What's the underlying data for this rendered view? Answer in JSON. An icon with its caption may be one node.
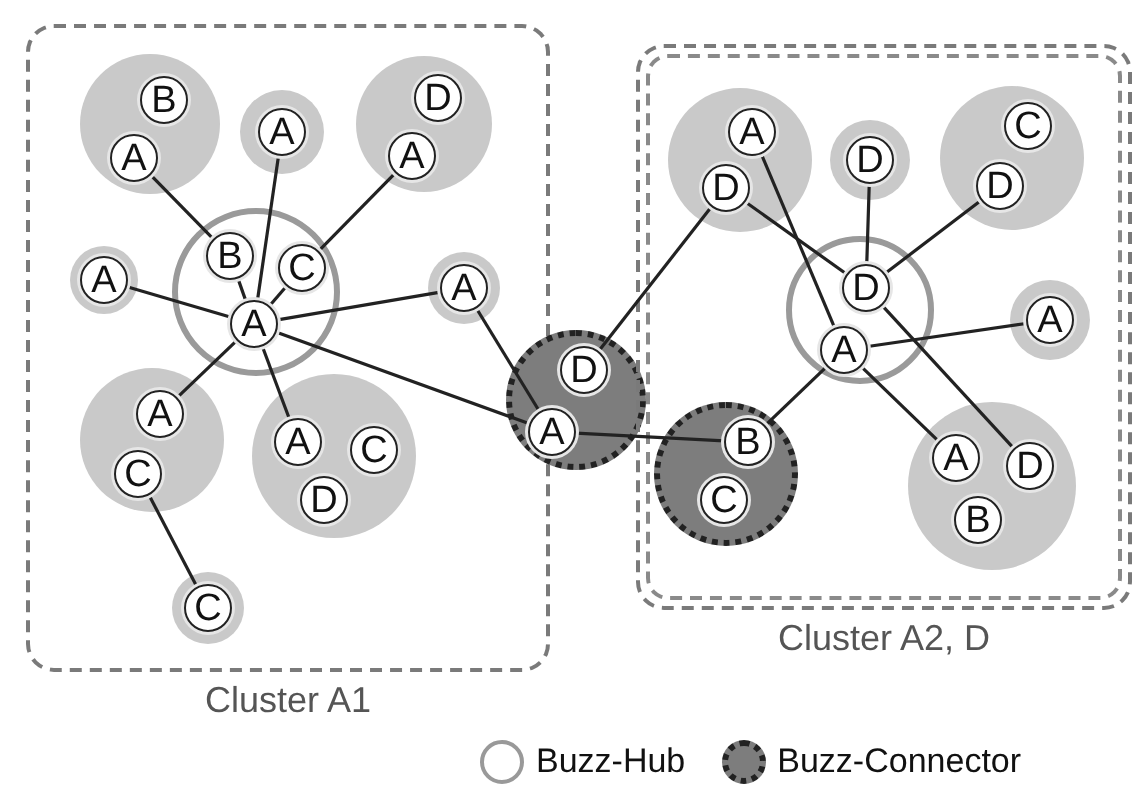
{
  "diagram": {
    "nodes": [
      {
        "text": [
          "Cluster A1"
        ]
      },
      {
        "text": [],
        "shape": "circle",
        "in": 0
      },
      {
        "text": [
          "B"
        ],
        "in": 1
      },
      {
        "text": [
          "A"
        ],
        "in": 1
      },
      {
        "text": [],
        "shape": "circle",
        "in": 0
      },
      {
        "text": [
          "A"
        ],
        "in": 4
      },
      {
        "text": [],
        "shape": "circle",
        "in": 0
      },
      {
        "text": [
          "D"
        ],
        "in": 6
      },
      {
        "text": [
          "A"
        ],
        "in": 6
      },
      {
        "text": [],
        "shape": "circle",
        "in": 0
      },
      {
        "text": [
          "A"
        ],
        "in": 9
      },
      {
        "text": [],
        "shape": "circle",
        "in": 0
      },
      {
        "text": [
          "B"
        ],
        "in": 11
      },
      {
        "text": [
          "C"
        ],
        "in": 11
      },
      {
        "text": [
          "A"
        ],
        "in": 11
      },
      {
        "text": [],
        "shape": "circle",
        "in": 0
      },
      {
        "text": [
          "A"
        ],
        "in": 15
      },
      {
        "text": [],
        "shape": "circle",
        "in": 0
      },
      {
        "text": [
          "A"
        ],
        "in": 17
      },
      {
        "text": [
          "C"
        ],
        "in": 17
      },
      {
        "text": [],
        "shape": "circle",
        "in": 0
      },
      {
        "text": [
          "A"
        ],
        "in": 20
      },
      {
        "text": [
          "C"
        ],
        "in": 20
      },
      {
        "text": [
          "D"
        ],
        "in": 20
      },
      {
        "text": [],
        "shape": "circle",
        "in": 0
      },
      {
        "text": [
          "C"
        ],
        "in": 24
      },
      {
        "text": [],
        "shape": "circle"
      },
      {
        "text": [
          "D"
        ],
        "in": 26
      },
      {
        "text": [
          "A"
        ],
        "in": 26
      },
      {
        "text": [
          "Cluster A2, D"
        ]
      },
      {
        "text": [],
        "shape": "circle",
        "in": 29
      },
      {
        "text": [
          "A"
        ],
        "in": 30
      },
      {
        "text": [
          "D"
        ],
        "in": 30
      },
      {
        "text": [],
        "shape": "circle",
        "in": 29
      },
      {
        "text": [
          "D"
        ],
        "in": 33
      },
      {
        "text": [],
        "shape": "circle",
        "in": 29
      },
      {
        "text": [
          "C"
        ],
        "in": 35
      },
      {
        "text": [
          "D"
        ],
        "in": 35
      },
      {
        "text": [],
        "shape": "circle",
        "in": 29
      },
      {
        "text": [
          "D"
        ],
        "in": 38
      },
      {
        "text": [
          "A"
        ],
        "in": 38
      },
      {
        "text": [],
        "shape": "circle",
        "in": 29
      },
      {
        "text": [
          "A"
        ],
        "in": 41
      },
      {
        "text": [],
        "shape": "circle",
        "in": 29
      },
      {
        "text": [
          "B"
        ],
        "in": 43
      },
      {
        "text": [
          "C"
        ],
        "in": 43
      },
      {
        "text": [],
        "shape": "circle",
        "in": 29
      },
      {
        "text": [
          "A"
        ],
        "in": 46
      },
      {
        "text": [
          "D"
        ],
        "in": 46
      },
      {
        "text": [
          "B"
        ],
        "in": 46
      }
    ],
    "edges": [
      {
        "from": 3,
        "to": 12,
        "arrow": "none"
      },
      {
        "from": 12,
        "to": 14,
        "arrow": "none"
      },
      {
        "from": 5,
        "to": 14,
        "arrow": "none"
      },
      {
        "from": 8,
        "to": 13,
        "arrow": "none"
      },
      {
        "from": 13,
        "to": 14,
        "arrow": "none"
      },
      {
        "from": 10,
        "to": 14,
        "arrow": "none"
      },
      {
        "from": 16,
        "to": 14,
        "arrow": "none"
      },
      {
        "from": 14,
        "to": 18,
        "arrow": "none"
      },
      {
        "from": 14,
        "to": 21,
        "arrow": "none"
      },
      {
        "from": 14,
        "to": 28,
        "arrow": "none"
      },
      {
        "from": 19,
        "to": 25,
        "arrow": "none"
      },
      {
        "from": 16,
        "to": 28,
        "arrow": "none"
      },
      {
        "from": 27,
        "to": 32,
        "arrow": "none"
      },
      {
        "from": 32,
        "to": 39,
        "arrow": "none"
      },
      {
        "from": 31,
        "to": 40,
        "arrow": "none"
      },
      {
        "from": 34,
        "to": 39,
        "arrow": "none"
      },
      {
        "from": 37,
        "to": 39,
        "arrow": "none"
      },
      {
        "from": 40,
        "to": 42,
        "arrow": "none"
      },
      {
        "from": 39,
        "to": 48,
        "arrow": "none"
      },
      {
        "from": 40,
        "to": 47,
        "arrow": "none"
      },
      {
        "from": 40,
        "to": 44,
        "arrow": "none"
      },
      {
        "from": 28,
        "to": 44,
        "arrow": "none"
      }
    ],
    "legend": [
      {
        "text": "Buzz-Hub"
      },
      {
        "text": "Buzz-Connector"
      }
    ]
  }
}
